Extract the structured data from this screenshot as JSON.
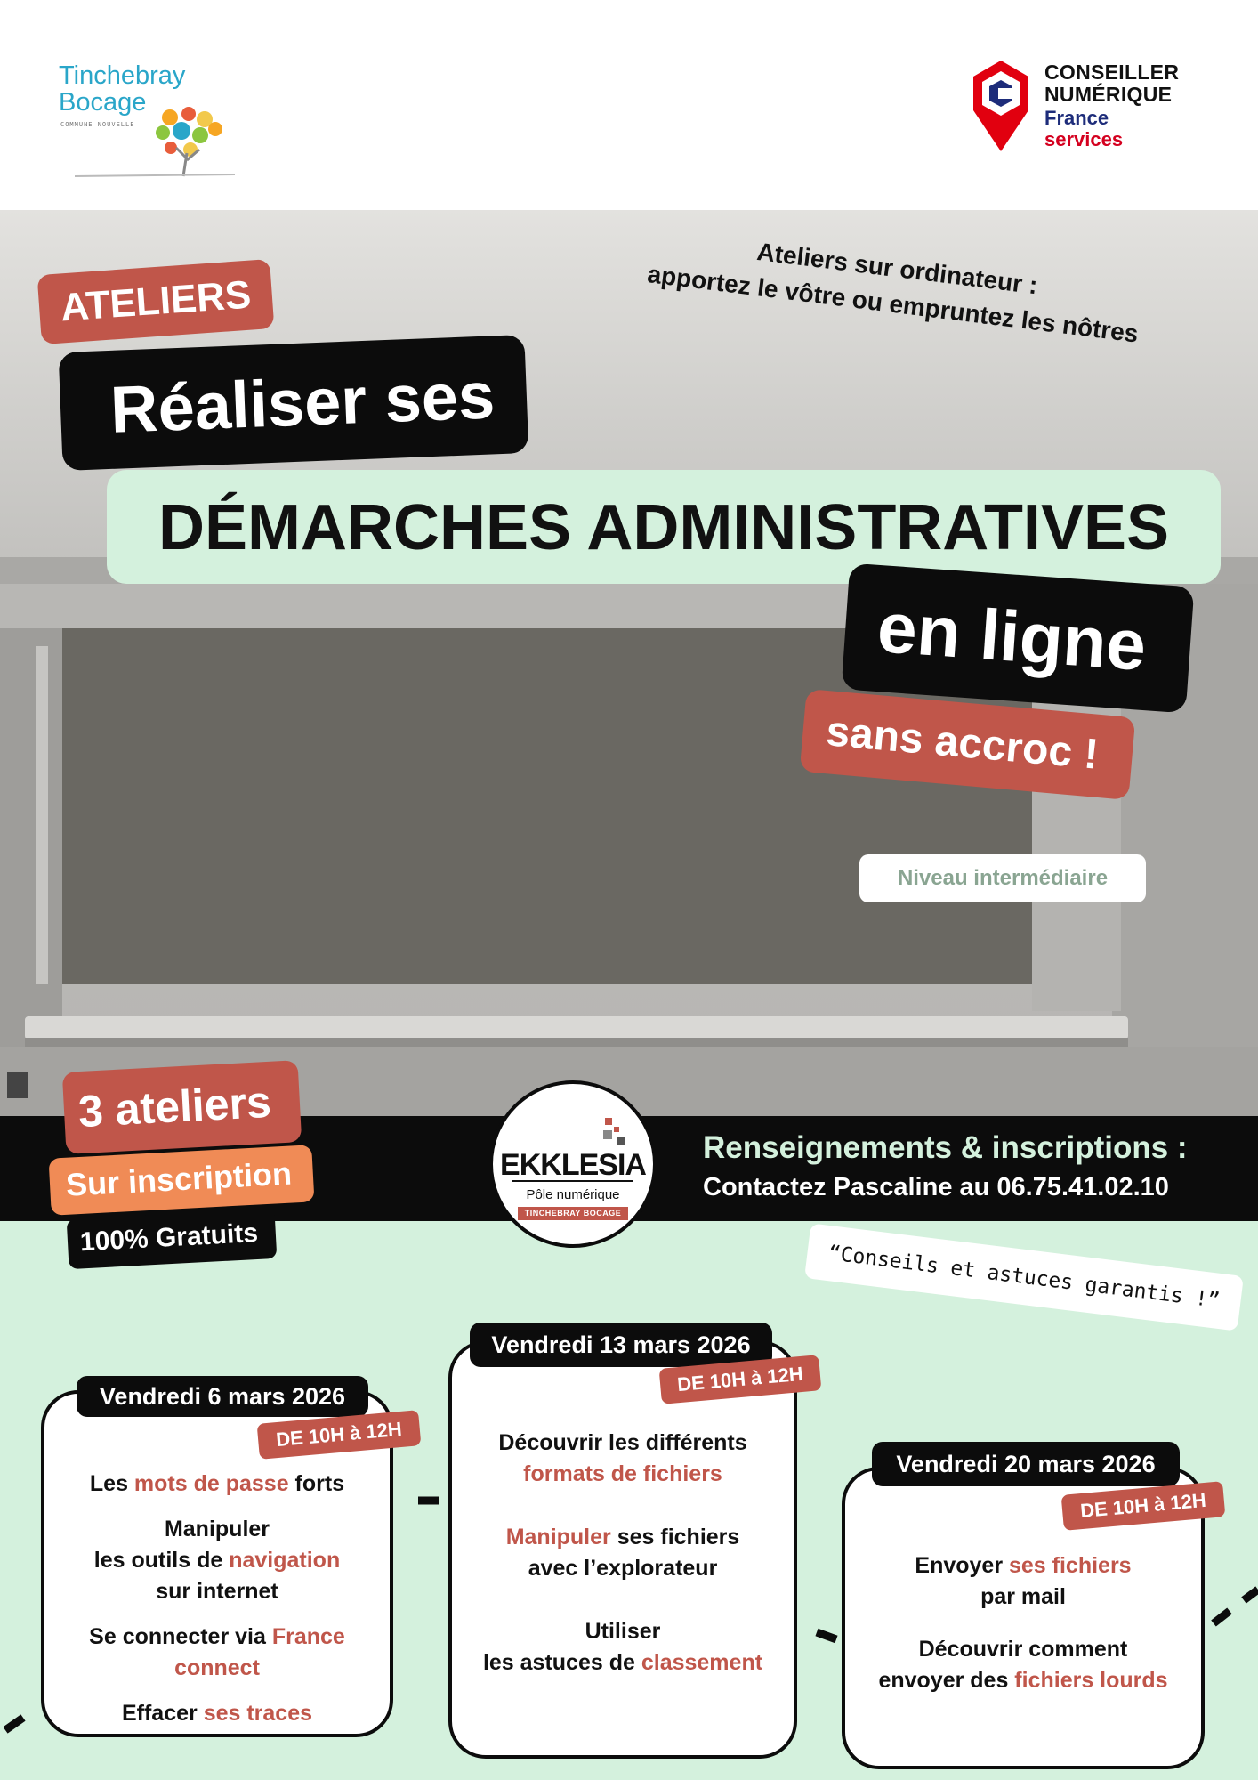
{
  "header": {
    "logo_left": {
      "name": "Tinchebray\nBocage",
      "subtitle": "COMMUNE NOUVELLE"
    },
    "logo_right": {
      "line1": "CONSEILLER",
      "line2": "NUMÉRIQUE",
      "line3": "France",
      "line4": "services"
    }
  },
  "hero": {
    "tag_ateliers": "ATELIERS",
    "title_line1": "Réaliser ses",
    "title_line2": "DÉMARCHES ADMINISTRATIVES",
    "title_line3": "en ligne",
    "tag_accroc": "sans accroc !",
    "niveau": "Niveau intermédiaire",
    "ordi_line1": "Ateliers sur ordinateur :",
    "ordi_line2": "apportez le vôtre ou empruntez les nôtres"
  },
  "info": {
    "count": "3 ateliers",
    "inscription": "Sur inscription",
    "gratuit": "100% Gratuits",
    "title": "Renseignements & inscriptions :",
    "contact": "Contactez Pascaline au 06.75.41.02.10",
    "ekklesia": {
      "name": "EKKLESIA",
      "pole": "Pôle numérique",
      "bar": "TINCHEBRAY BOCAGE"
    }
  },
  "conseils": "“Conseils et astuces garantis !”",
  "sessions": [
    {
      "date": "Vendredi 6 mars 2026",
      "time": "DE 10H à 12H",
      "items": [
        {
          "a": "Les ",
          "h": "mots de passe",
          "b": " forts"
        },
        {
          "a": "Manipuler\nles outils de ",
          "h": "navigation",
          "b": "\nsur internet"
        },
        {
          "a": "Se connecter via ",
          "h": "France\nconnect",
          "b": ""
        },
        {
          "a": "Effacer ",
          "h": "ses traces",
          "b": ""
        }
      ]
    },
    {
      "date": "Vendredi 13 mars 2026",
      "time": "DE 10H à 12H",
      "items": [
        {
          "a": "Découvrir les différents\n",
          "h": "formats de fichiers",
          "b": ""
        },
        {
          "a": "",
          "h": "Manipuler",
          "b": " ses fichiers\navec l’explorateur"
        },
        {
          "a": "Utiliser\nles astuces de ",
          "h": "classement",
          "b": ""
        }
      ]
    },
    {
      "date": "Vendredi 20 mars 2026",
      "time": "DE 10H à 12H",
      "items": [
        {
          "a": "Envoyer ",
          "h": "ses fichiers",
          "b": "\npar mail"
        },
        {
          "a": "Découvrir comment\nenvoyer des ",
          "h": "fichiers lourds",
          "b": ""
        }
      ]
    }
  ],
  "colors": {
    "accent": "#c0564a",
    "orange": "#f08b56",
    "mint": "#d4f1dd",
    "black": "#0c0c0c"
  }
}
